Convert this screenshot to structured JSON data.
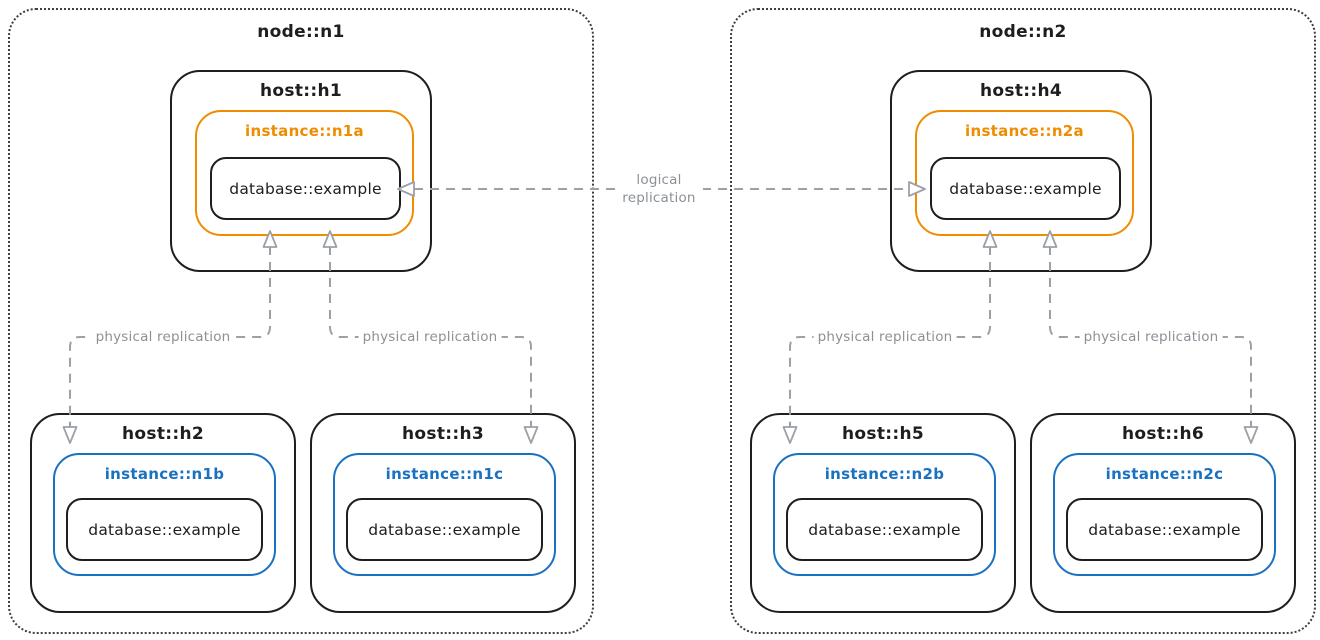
{
  "colors": {
    "stroke_black": "#1e1e1e",
    "instance_primary_orange": "#f08c00",
    "instance_replica_blue": "#1971c2",
    "connector_gray": "#9ba1a7",
    "connector_label_gray": "#8b9197"
  },
  "nodes": [
    {
      "label": "node::n1"
    },
    {
      "label": "node::n2"
    }
  ],
  "hosts": [
    {
      "label": "host::h1",
      "instance": "instance::n1a",
      "database": "database::example",
      "role": "primary"
    },
    {
      "label": "host::h2",
      "instance": "instance::n1b",
      "database": "database::example",
      "role": "replica"
    },
    {
      "label": "host::h3",
      "instance": "instance::n1c",
      "database": "database::example",
      "role": "replica"
    },
    {
      "label": "host::h4",
      "instance": "instance::n2a",
      "database": "database::example",
      "role": "primary"
    },
    {
      "label": "host::h5",
      "instance": "instance::n2b",
      "database": "database::example",
      "role": "replica"
    },
    {
      "label": "host::h6",
      "instance": "instance::n2c",
      "database": "database::example",
      "role": "replica"
    }
  ],
  "connections": {
    "physical": [
      {
        "between": [
          "host::h2",
          "instance::n1a"
        ],
        "label": "physical replication"
      },
      {
        "between": [
          "host::h3",
          "instance::n1a"
        ],
        "label": "physical replication"
      },
      {
        "between": [
          "host::h5",
          "instance::n2a"
        ],
        "label": "physical replication"
      },
      {
        "between": [
          "host::h6",
          "instance::n2a"
        ],
        "label": "physical replication"
      }
    ],
    "logical": {
      "between": [
        "database::example (instance::n1a)",
        "database::example (instance::n2a)"
      ],
      "label": "logical replication",
      "bidirectional": true
    }
  }
}
